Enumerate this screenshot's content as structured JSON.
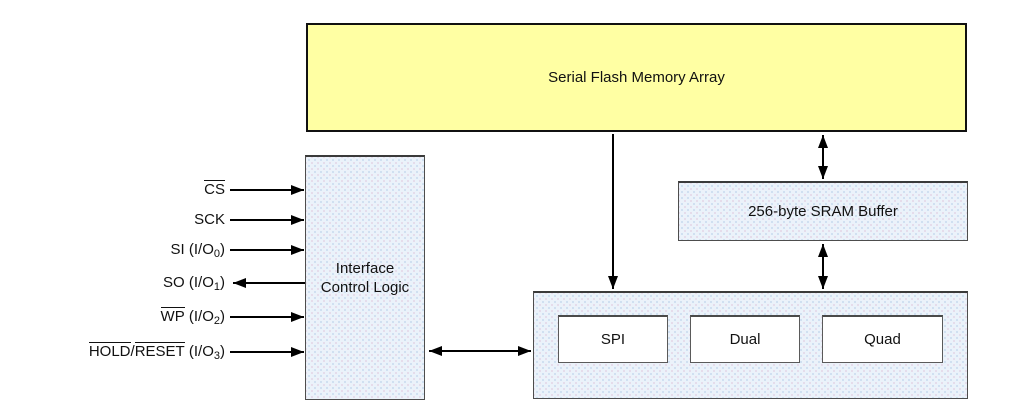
{
  "diagram": {
    "flash_block": {
      "label": "Serial Flash Memory Array"
    },
    "sram_block": {
      "label": "256-byte SRAM Buffer"
    },
    "interface_block": {
      "line1": "Interface",
      "line2": "Control Logic"
    },
    "io_block": {
      "modes": [
        "SPI",
        "Dual",
        "Quad"
      ]
    },
    "signals": [
      {
        "id": "cs",
        "direction": "in",
        "parts": [
          {
            "t": "CS",
            "style": "overline"
          }
        ]
      },
      {
        "id": "sck",
        "direction": "in",
        "parts": [
          {
            "t": "SCK",
            "style": "plain"
          }
        ]
      },
      {
        "id": "si",
        "direction": "in",
        "parts": [
          {
            "t": "SI (I/O",
            "style": "plain"
          },
          {
            "t": "0",
            "style": "sub"
          },
          {
            "t": ")",
            "style": "plain"
          }
        ]
      },
      {
        "id": "so",
        "direction": "out",
        "parts": [
          {
            "t": "SO (I/O",
            "style": "plain"
          },
          {
            "t": "1",
            "style": "sub"
          },
          {
            "t": ")",
            "style": "plain"
          }
        ]
      },
      {
        "id": "wp",
        "direction": "in",
        "parts": [
          {
            "t": "WP",
            "style": "overline"
          },
          {
            "t": " (I/O",
            "style": "plain"
          },
          {
            "t": "2",
            "style": "sub"
          },
          {
            "t": ")",
            "style": "plain"
          }
        ]
      },
      {
        "id": "hold_reset",
        "direction": "in",
        "parts": [
          {
            "t": "HOLD",
            "style": "overline"
          },
          {
            "t": "/",
            "style": "plain"
          },
          {
            "t": "RESET",
            "style": "overline"
          },
          {
            "t": " (I/O",
            "style": "plain"
          },
          {
            "t": "3",
            "style": "sub"
          },
          {
            "t": ")",
            "style": "plain"
          }
        ]
      }
    ],
    "colors": {
      "flash_fill": "#FFFFA3",
      "block_fill": "#EBF2FA",
      "mode_fill": "#FFFFFF",
      "arrow": "#000000",
      "border": "#4D4D4D"
    }
  }
}
